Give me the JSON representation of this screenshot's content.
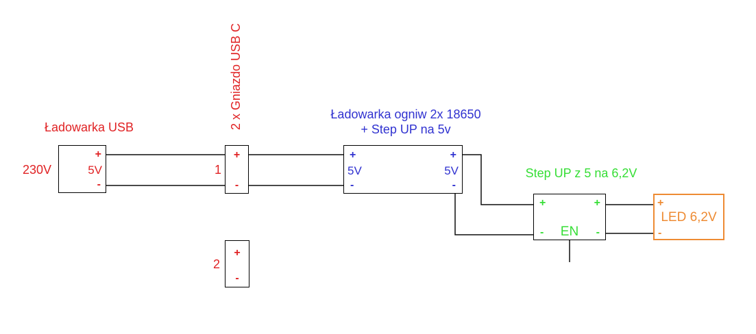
{
  "colors": {
    "red": "#e02224",
    "blue": "#3032d0",
    "green": "#36de36",
    "orange": "#ee8b33",
    "wire": "#0d0d0d"
  },
  "blocks": {
    "usb_charger": {
      "title": "Ładowarka USB",
      "input": "230V",
      "output": "5V",
      "plus": "+",
      "minus": "-"
    },
    "usb_sockets": {
      "title": "2 x Gniazdo USB C",
      "socket1": "1",
      "socket2": "2",
      "plus": "+",
      "minus": "-"
    },
    "cell_charger": {
      "title_line1": "Ładowarka ogniw 2x 18650",
      "title_line2": "+ Step UP na 5v",
      "input": "5V",
      "output": "5V",
      "plus": "+",
      "minus": "-"
    },
    "step_up_62": {
      "title": "Step UP z 5 na 6,2V",
      "enable": "EN",
      "plus": "+",
      "minus": "-"
    },
    "led": {
      "label": "LED 6,2V",
      "plus": "+",
      "minus": "-"
    }
  }
}
